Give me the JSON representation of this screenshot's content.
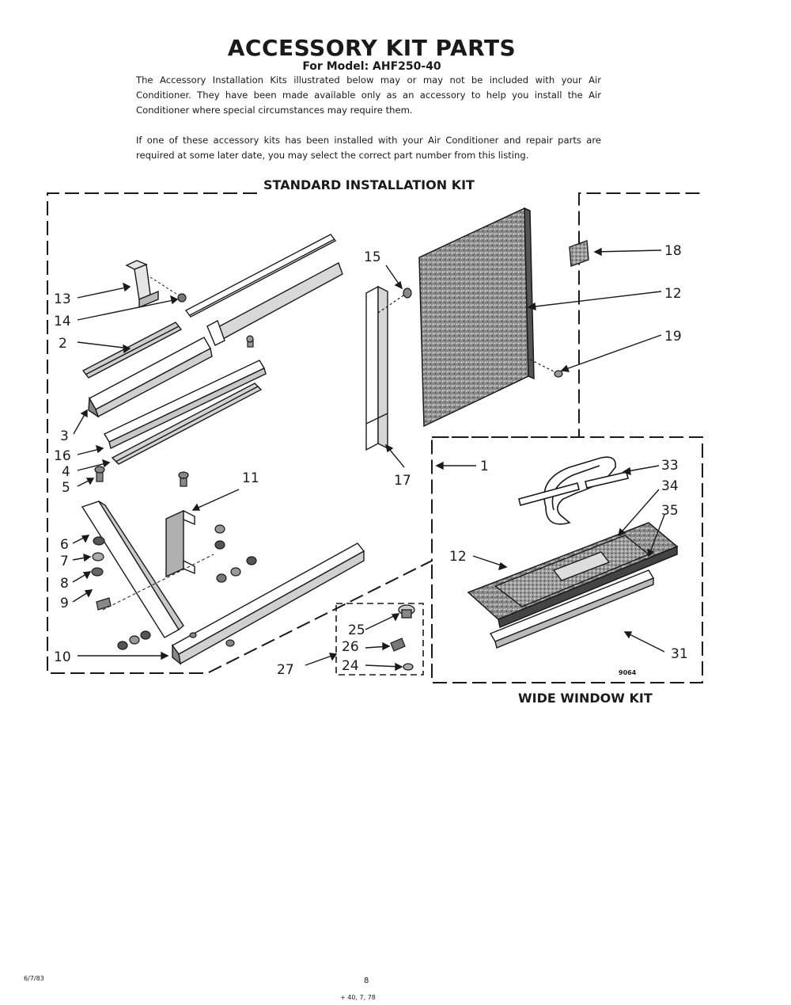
{
  "header": {
    "title": "ACCESSORY KIT PARTS",
    "model": "For Model: AHF250-40"
  },
  "intro": {
    "paragraph1": "The Accessory Installation Kits illustrated below may or may not be included with your Air Conditioner. They have been made available only as an accessory to help you install the Air Conditioner where special circumstances may require them.",
    "paragraph2": "If one of these accessory kits has been installed with your Air Conditioner and repair parts are required at some later date, you may select the correct part number from this listing."
  },
  "standard_kit": {
    "title": "STANDARD INSTALLATION KIT",
    "labels": [
      "13",
      "14",
      "2",
      "3",
      "16",
      "4",
      "5",
      "6",
      "7",
      "8",
      "9",
      "10",
      "11",
      "15",
      "17",
      "18",
      "12",
      "19",
      "1",
      "25",
      "26",
      "24",
      "27"
    ]
  },
  "wide_kit": {
    "title": "WIDE WINDOW KIT",
    "labels": [
      "33",
      "34",
      "35",
      "12",
      "31"
    ],
    "diagram_code": "9064"
  },
  "footer": {
    "left_code": "6/7/83",
    "page": "8",
    "bottom_code": "+ 40, 7, 78"
  },
  "colors": {
    "ink": "#1a1a1a",
    "paper": "#ffffff"
  }
}
